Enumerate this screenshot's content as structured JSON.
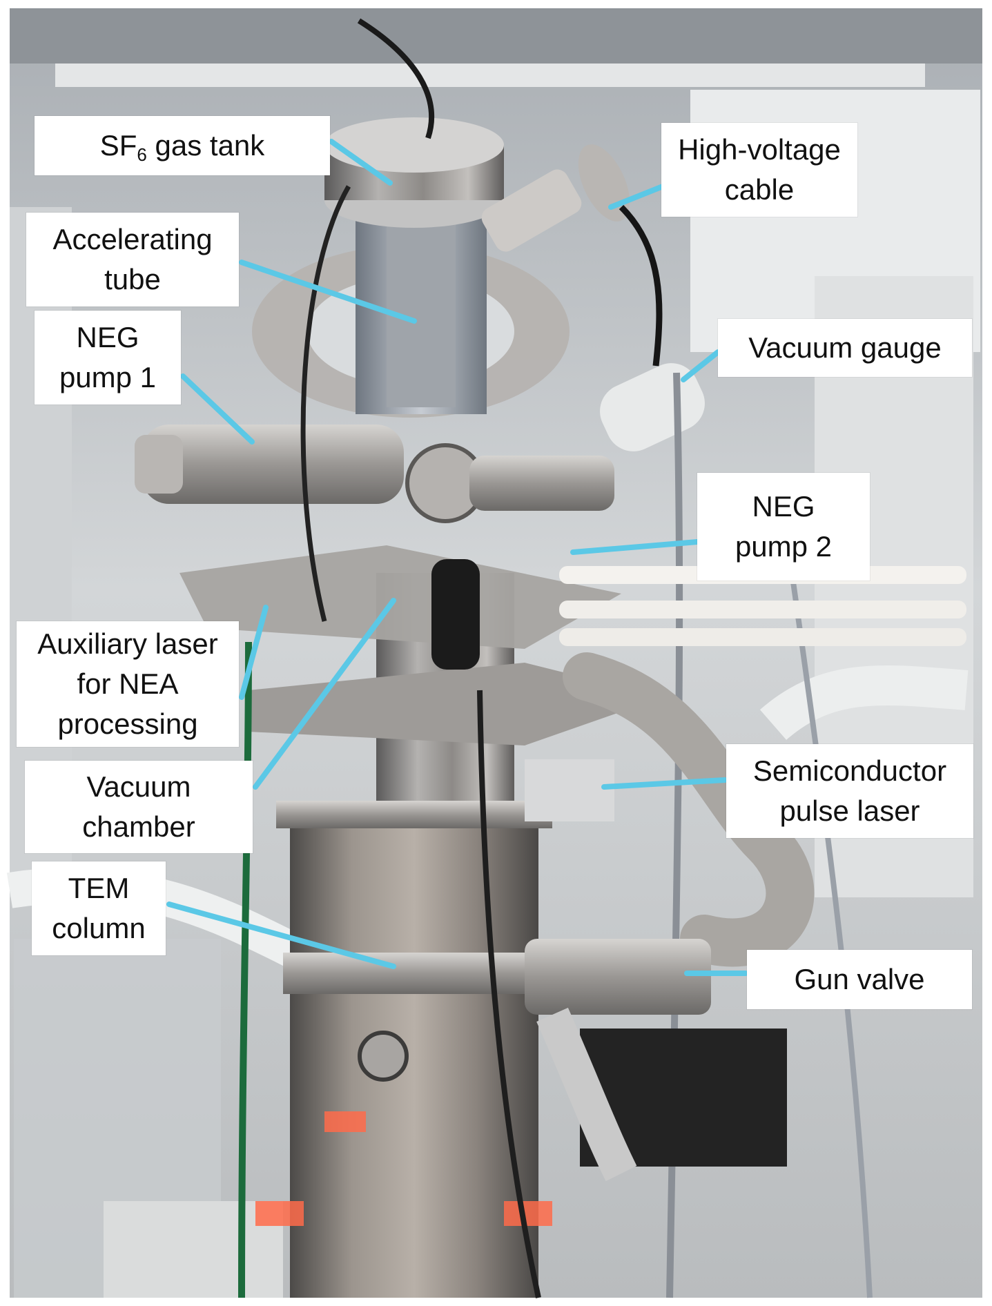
{
  "figure": {
    "leader_color": "#5bc8e6",
    "labels": {
      "sf6_gas_tank": {
        "pre": "SF",
        "sub": "6",
        "post": " gas tank"
      },
      "high_voltage_cable": {
        "line1": "High-voltage",
        "line2": "cable"
      },
      "accelerating_tube": {
        "line1": "Accelerating",
        "line2": "tube"
      },
      "neg_pump_1": {
        "line1": "NEG",
        "line2": "pump 1"
      },
      "vacuum_gauge": {
        "line1": "Vacuum gauge"
      },
      "neg_pump_2": {
        "line1": "NEG",
        "line2": "pump 2"
      },
      "auxiliary_laser": {
        "line1": "Auxiliary laser",
        "line2": "for NEA",
        "line3": "processing"
      },
      "vacuum_chamber": {
        "line1": "Vacuum",
        "line2": "chamber"
      },
      "semiconductor_pulse_laser": {
        "line1": "Semiconductor",
        "line2": "pulse laser"
      },
      "tem_column": {
        "line1": "TEM",
        "line2": "column"
      },
      "gun_valve": {
        "line1": "Gun valve"
      }
    }
  }
}
